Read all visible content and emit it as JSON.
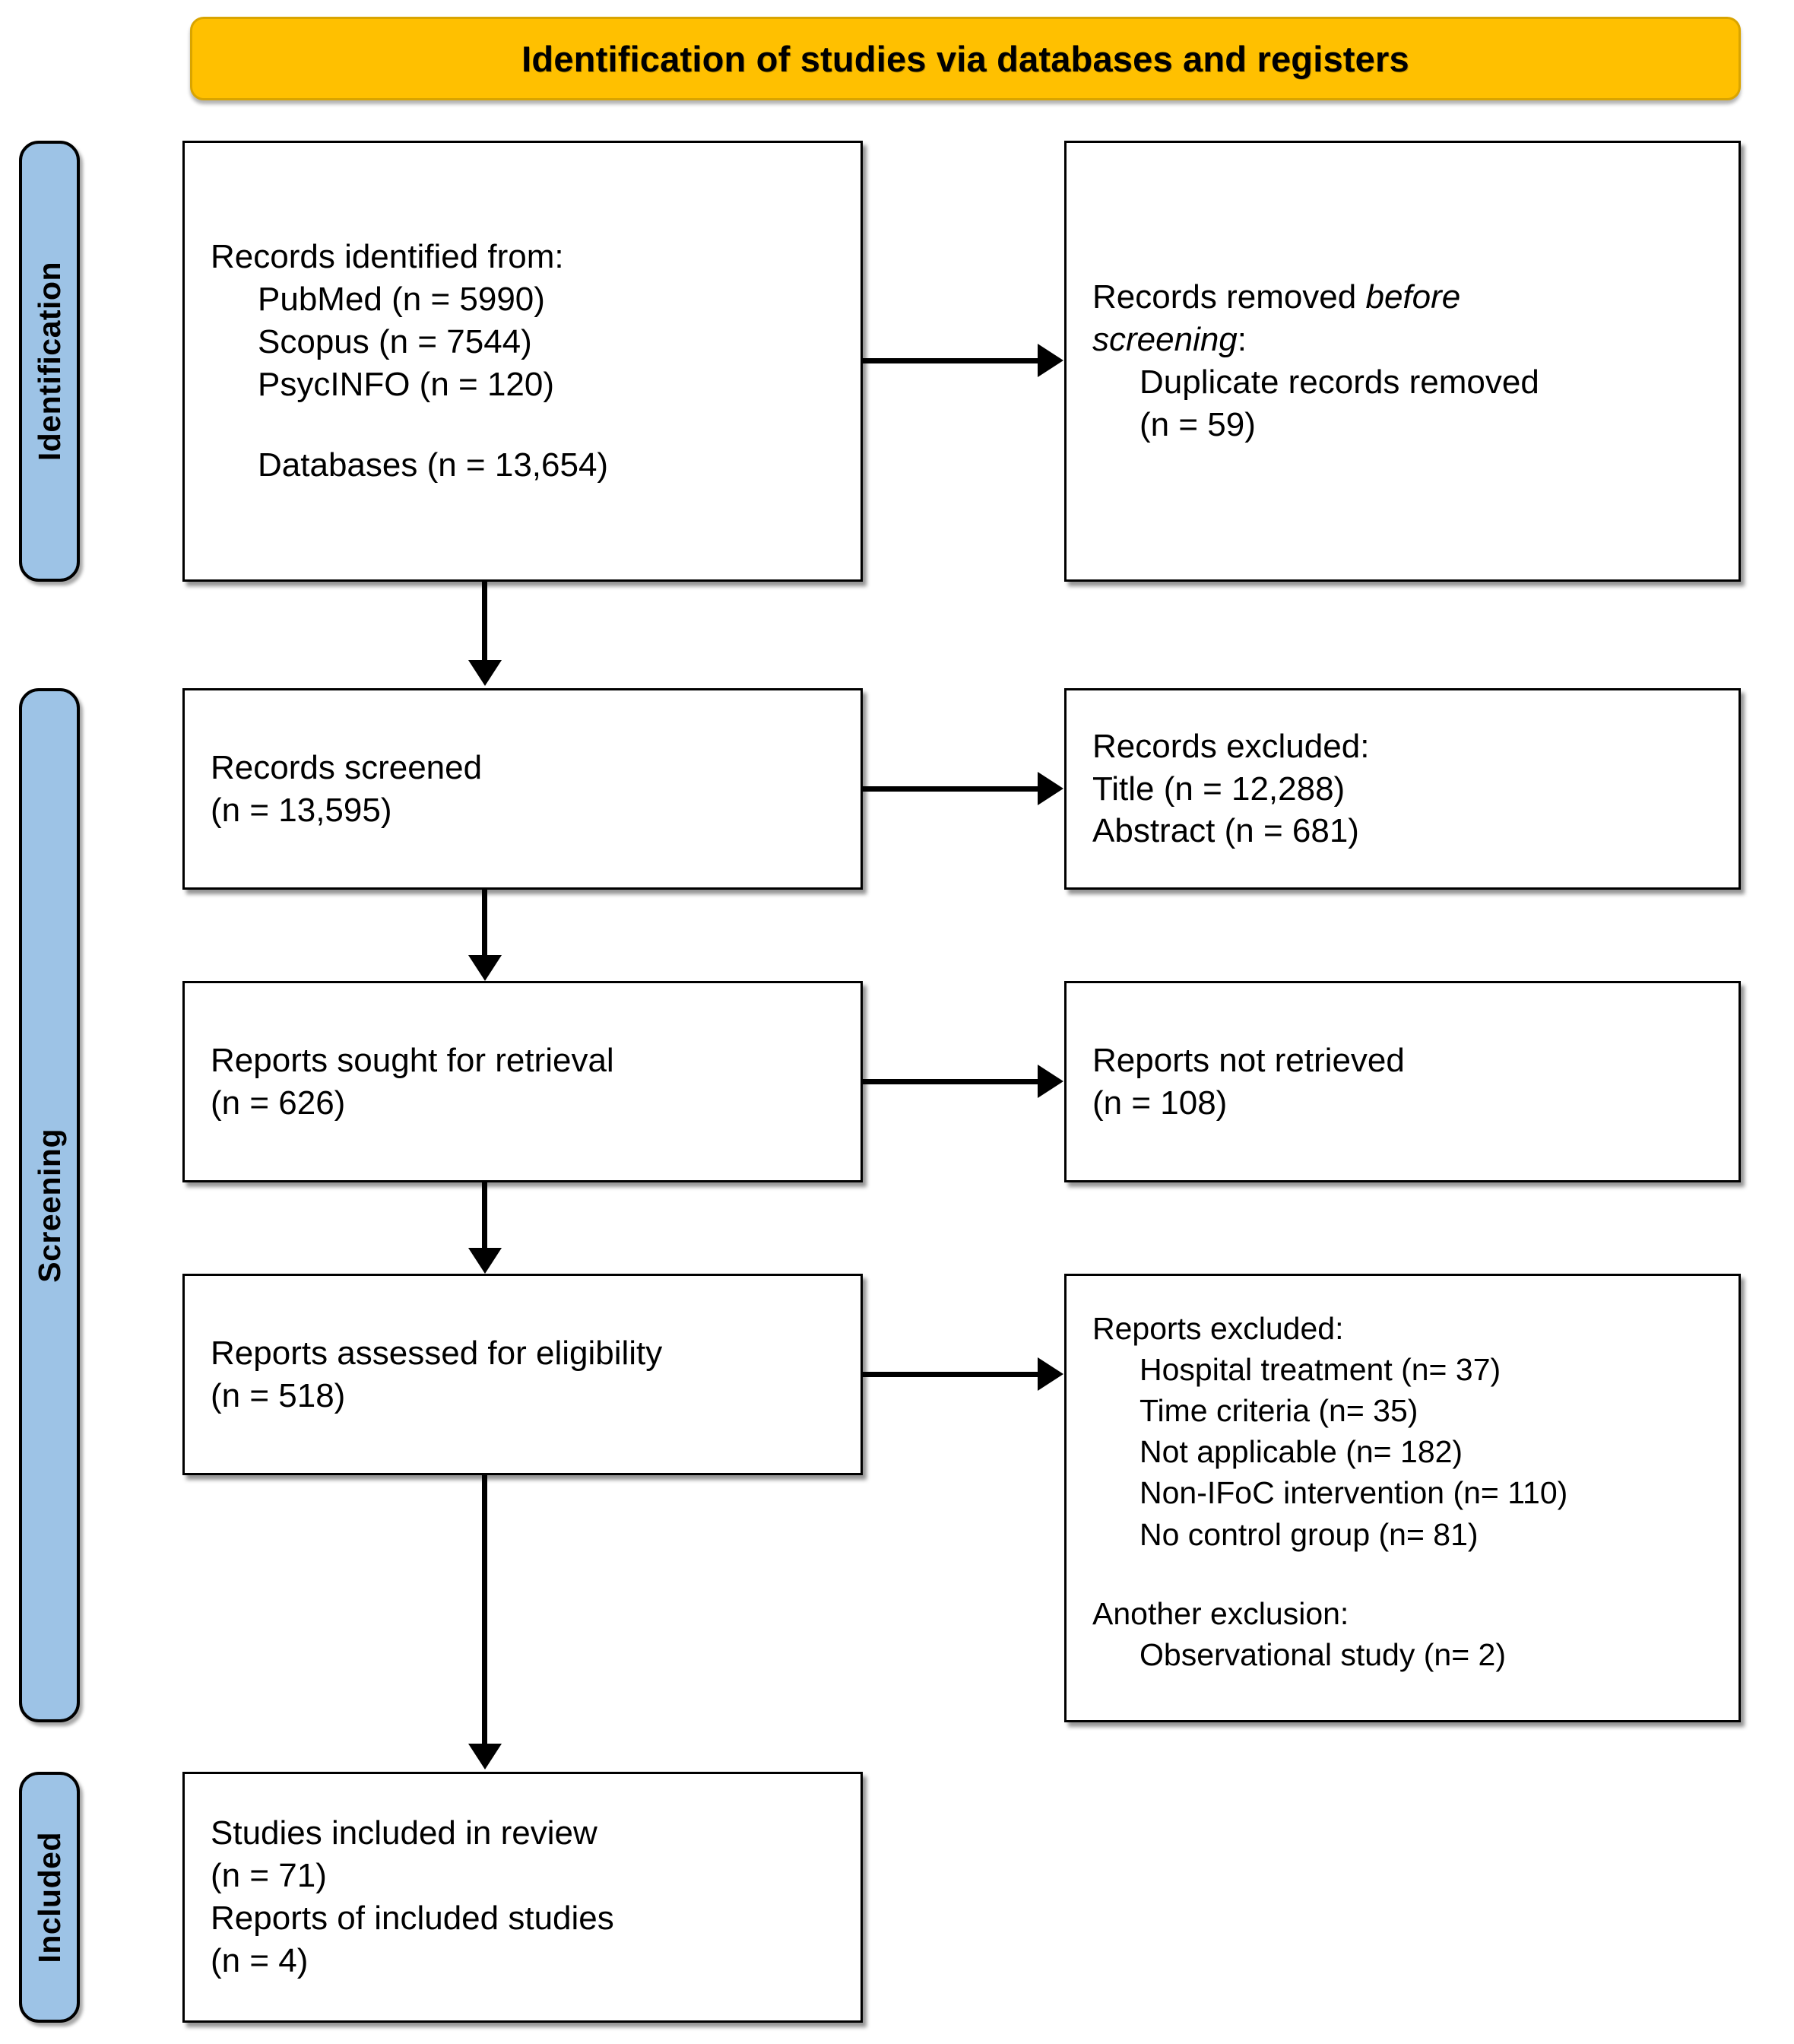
{
  "header": {
    "title": "Identification of studies via databases and registers",
    "color": "#FFC000"
  },
  "stages": {
    "identification": "Identification",
    "screening": "Screening",
    "included": "Included",
    "color": "#9DC3E6"
  },
  "boxes": {
    "identified": {
      "lines": [
        "Records identified from:",
        "PubMed (n = 5990)",
        "Scopus (n = 7544)",
        "PsycINFO (n = 120)",
        "Databases (n = 13,654)"
      ]
    },
    "removed": {
      "line1_pre": "Records removed ",
      "line1_em": "before",
      "line2_em": "screening",
      "line2_post": ":",
      "line3": "Duplicate records removed",
      "line4": "(n = 59)"
    },
    "screened": {
      "line1": "Records screened",
      "line2": "(n = 13,595)"
    },
    "records_excluded": {
      "line1": "Records excluded:",
      "line2": "Title (n = 12,288)",
      "line3": "Abstract (n = 681)"
    },
    "sought": {
      "line1": "Reports sought for retrieval",
      "line2": "(n = 626)"
    },
    "not_retrieved": {
      "line1": "Reports not retrieved",
      "line2": "(n = 108)"
    },
    "assessed": {
      "line1": "Reports assessed for eligibility",
      "line2": "(n = 518)"
    },
    "reports_excluded": {
      "heading": "Reports excluded:",
      "reasons": [
        "Hospital treatment (n= 37)",
        "Time criteria (n= 35)",
        "Not applicable (n= 182)",
        "Non-IFoC intervention (n= 110)",
        "No control group (n= 81)"
      ],
      "another_heading": "Another exclusion:",
      "another_reasons": [
        "Observational study (n= 2)"
      ]
    },
    "included": {
      "line1": "Studies included in review",
      "line2": "(n = 71)",
      "line3": "Reports of included studies",
      "line4": "(n = 4)"
    }
  },
  "chart_data": {
    "type": "diagram",
    "title": "Identification of studies via databases and registers",
    "nodes": [
      {
        "id": "identified",
        "stage": "Identification",
        "label": "Records identified from:",
        "sources": [
          {
            "name": "PubMed",
            "n": 5990
          },
          {
            "name": "Scopus",
            "n": 7544
          },
          {
            "name": "PsycINFO",
            "n": 120
          }
        ],
        "total": {
          "name": "Databases",
          "n": 13654
        }
      },
      {
        "id": "removed",
        "stage": "Identification",
        "label": "Records removed before screening:",
        "items": [
          {
            "name": "Duplicate records removed",
            "n": 59
          }
        ]
      },
      {
        "id": "screened",
        "stage": "Screening",
        "label": "Records screened",
        "n": 13595
      },
      {
        "id": "records_excluded",
        "stage": "Screening",
        "label": "Records excluded:",
        "items": [
          {
            "name": "Title",
            "n": 12288
          },
          {
            "name": "Abstract",
            "n": 681
          }
        ]
      },
      {
        "id": "sought",
        "stage": "Screening",
        "label": "Reports sought for retrieval",
        "n": 626
      },
      {
        "id": "not_retrieved",
        "stage": "Screening",
        "label": "Reports not retrieved",
        "n": 108
      },
      {
        "id": "assessed",
        "stage": "Screening",
        "label": "Reports assessed for eligibility",
        "n": 518
      },
      {
        "id": "reports_excluded",
        "stage": "Screening",
        "label": "Reports excluded:",
        "items": [
          {
            "name": "Hospital treatment",
            "n": 37
          },
          {
            "name": "Time criteria",
            "n": 35
          },
          {
            "name": "Not applicable",
            "n": 182
          },
          {
            "name": "Non-IFoC intervention",
            "n": 110
          },
          {
            "name": "No control group",
            "n": 81
          },
          {
            "name": "Observational study",
            "n": 2,
            "group": "Another exclusion"
          }
        ]
      },
      {
        "id": "included",
        "stage": "Included",
        "label": "Studies included in review",
        "n": 71,
        "reports": {
          "name": "Reports of included studies",
          "n": 4
        }
      }
    ],
    "edges": [
      {
        "from": "identified",
        "to": "removed",
        "dir": "right"
      },
      {
        "from": "identified",
        "to": "screened",
        "dir": "down"
      },
      {
        "from": "screened",
        "to": "records_excluded",
        "dir": "right"
      },
      {
        "from": "screened",
        "to": "sought",
        "dir": "down"
      },
      {
        "from": "sought",
        "to": "not_retrieved",
        "dir": "right"
      },
      {
        "from": "sought",
        "to": "assessed",
        "dir": "down"
      },
      {
        "from": "assessed",
        "to": "reports_excluded",
        "dir": "right"
      },
      {
        "from": "assessed",
        "to": "included",
        "dir": "down"
      }
    ]
  }
}
